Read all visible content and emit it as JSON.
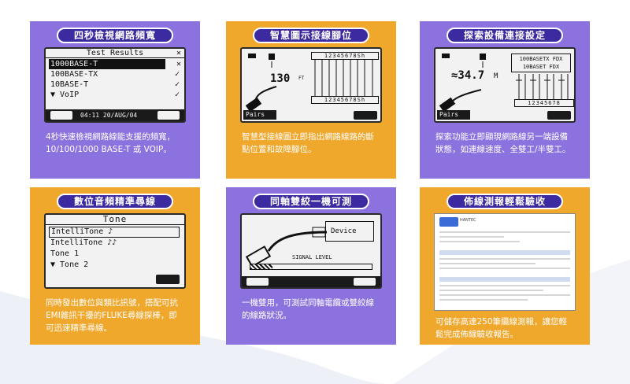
{
  "cards": [
    {
      "title": "四秒檢視網路頻寬",
      "desc": "4秒快速檢視網路線能支援的頻寬，10/100/1000 BASE-T 或 VOIP。",
      "screen": {
        "header": "Test Results",
        "rows": [
          {
            "label": "1000BASE-T",
            "mark": "✕"
          },
          {
            "label": "100BASE-TX",
            "mark": "✓"
          },
          {
            "label": "10BASE-T",
            "mark": "✓"
          },
          {
            "label": "▼ VoIP",
            "mark": "✓"
          }
        ],
        "close_mark": "✕",
        "datetime": "04:11 20/AUG/04"
      }
    },
    {
      "title": "智慧圖示接線腳位",
      "desc": "智慧型接線圖立即指出網路線路的斷點位置和故障腳位。",
      "screen": {
        "pins_top": "12345678Sh",
        "pins_bottom": "12345678Sh",
        "distance": "130",
        "unit": "FT",
        "tab": "Pairs"
      }
    },
    {
      "title": "探索設備連接設定",
      "desc": "探索功能立即顯現網路線另一端設備狀態，如連線速度、全雙工/半雙工。",
      "screen": {
        "speed_line1": "100BASETX FDX",
        "speed_line2": "10BASET FDX",
        "distance": "≈34.7",
        "unit": "M",
        "pins": "12345678",
        "tab": "Pairs"
      }
    },
    {
      "title": "數位音頻精準尋線",
      "desc": "同時發出數位與類比訊號，搭配可抗EMI雜訊干擾的FLUKE尋線探棒，即可迅速精準尋線。",
      "screen": {
        "header": "Tone",
        "rows": [
          "IntelliTone ♪",
          "IntelliTone ♪♪",
          "Tone 1",
          "▼ Tone 2"
        ]
      }
    },
    {
      "title": "同軸雙絞一機可測",
      "desc": "一機雙用，可測試同軸電纜或雙絞線的線路狀況。",
      "screen": {
        "device_label": "Device",
        "signal_label": "SIGNAL LEVEL",
        "signal_level": 0.18
      }
    },
    {
      "title": "佈線測報輕鬆驗收",
      "desc": "可儲存高達250筆纜線測報，讓您輕鬆完成佈線驗收報告。",
      "screen": {
        "brand": "HANTEC"
      }
    }
  ]
}
